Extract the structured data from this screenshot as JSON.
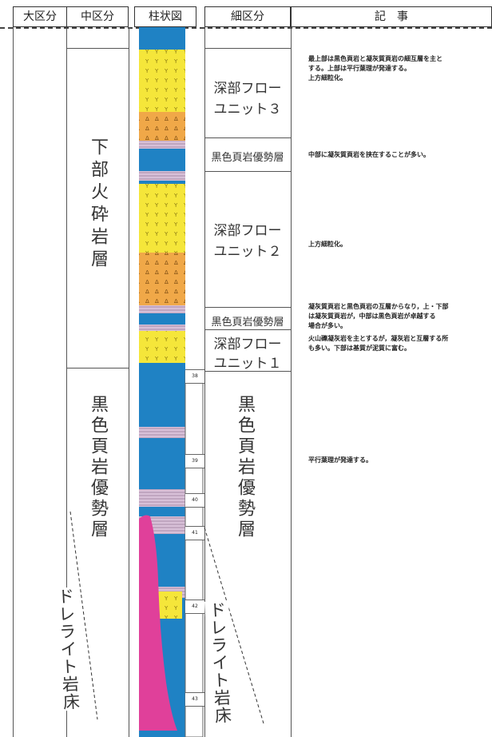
{
  "header": {
    "col1": "大区分",
    "col2": "中区分",
    "col3": "柱状図",
    "col4": "細区分",
    "col5": "記　事"
  },
  "mid_units": {
    "lower_volcaniclastic": "下部火砕岩層",
    "black_shale_dominant": "黒色頁岩優勢層",
    "dolerite_sill": "ドレライト岩床"
  },
  "sub_units": {
    "deep_flow_3_line1": "深部フロー",
    "deep_flow_3_line2": "ユニット３",
    "black_shale_1": "黒色頁岩優勢層",
    "deep_flow_2_line1": "深部フロー",
    "deep_flow_2_line2": "ユニット２",
    "black_shale_2": "黒色頁岩優勢層",
    "deep_flow_1_line1": "深部フロー",
    "deep_flow_1_line2": "ユニット１",
    "black_shale_main": "黒色頁岩優勢層",
    "dolerite": "ドレライト岩床"
  },
  "notes": {
    "n1_line1": "最上部は黒色頁岩と凝灰質頁岩の細互層を主と",
    "n1_line2": "する。上部は平行葉理が発達する。",
    "n1_line3": "上方細粒化。",
    "n2": "中部に凝灰質頁岩を挟在することが多い。",
    "n3": "上方細粒化。",
    "n4_line1": "凝灰質頁岩と黒色頁岩の互層からなり，上・下部",
    "n4_line2": "は凝灰質頁岩が，中部は黒色頁岩が卓越する",
    "n4_line3": "場合が多い。",
    "n5_line1": "火山礫凝灰岩を主とするが，凝灰岩と互層する所",
    "n5_line2": "も多い。下部は基質が泥質に富む。",
    "n6": "平行葉理が発達する。"
  },
  "depth_marks": [
    "38",
    "39",
    "40",
    "41",
    "42",
    "43"
  ],
  "colors": {
    "blue": "#1f82c4",
    "yellow": "#f5e63a",
    "orange": "#f0a848",
    "pink_gray": "#c9a9c9",
    "magenta": "#e0409a"
  }
}
